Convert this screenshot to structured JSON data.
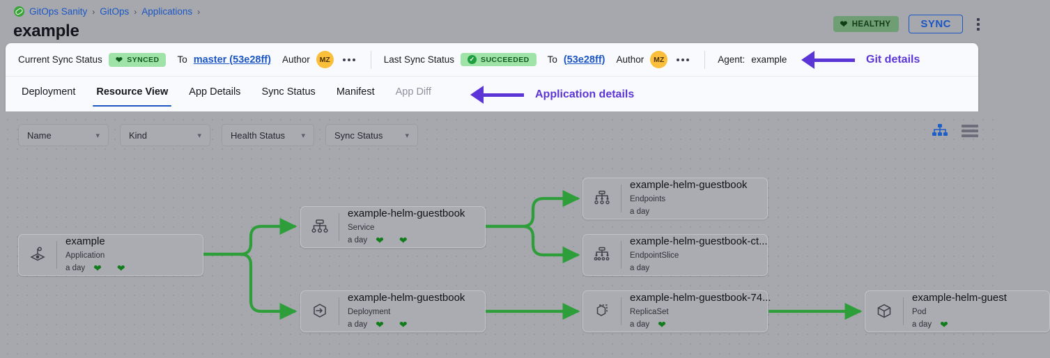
{
  "header": {
    "breadcrumb": [
      {
        "label": "GitOps Sanity"
      },
      {
        "label": "GitOps"
      },
      {
        "label": "Applications"
      }
    ],
    "separator": "›",
    "title": "example",
    "health_badge": "HEALTHY",
    "sync_button": "SYNC",
    "logo_icon": "gitops-logo-icon",
    "kebab_icon": "more-vertical-icon"
  },
  "status_bar": {
    "current_sync_label": "Current Sync Status",
    "current_sync_value": "SYNCED",
    "current_to_label": "To",
    "current_to_value": "master (53e28ff)",
    "current_author_label": "Author",
    "current_author_initials": "MZ",
    "last_sync_label": "Last Sync Status",
    "last_sync_value": "SUCCEEDED",
    "last_to_label": "To",
    "last_to_value": "(53e28ff)",
    "last_author_label": "Author",
    "last_author_initials": "MZ",
    "agent_label": "Agent:",
    "agent_value": "example"
  },
  "tabs": [
    {
      "label": "Deployment",
      "active": false,
      "muted": false
    },
    {
      "label": "Resource View",
      "active": true,
      "muted": false
    },
    {
      "label": "App Details",
      "active": false,
      "muted": false
    },
    {
      "label": "Sync Status",
      "active": false,
      "muted": false
    },
    {
      "label": "Manifest",
      "active": false,
      "muted": false
    },
    {
      "label": "App Diff",
      "active": false,
      "muted": true
    }
  ],
  "annotations": [
    {
      "text": "Git details",
      "color": "#5b35d5"
    },
    {
      "text": "Application details",
      "color": "#5b35d5"
    }
  ],
  "filters": [
    {
      "label": "Name"
    },
    {
      "label": "Kind"
    },
    {
      "label": "Health Status"
    },
    {
      "label": "Sync Status"
    }
  ],
  "view_toggle": {
    "tree_icon": "tree-view-icon",
    "list_icon": "list-view-icon",
    "active": "tree",
    "active_color": "#1f5ec4",
    "inactive_color": "#6c6f7a"
  },
  "graph": {
    "edge_color": "#2e9e3a",
    "nodes": [
      {
        "name": "example",
        "kind": "Application",
        "age": "a day",
        "icon": "application-icon",
        "health": true,
        "sync": true
      },
      {
        "name": "example-helm-guestbook",
        "kind": "Service",
        "age": "a day",
        "icon": "service-icon",
        "health": true,
        "sync": true
      },
      {
        "name": "example-helm-guestbook",
        "kind": "Deployment",
        "age": "a day",
        "icon": "deployment-icon",
        "health": true,
        "sync": true
      },
      {
        "name": "example-helm-guestbook",
        "kind": "Endpoints",
        "age": "a day",
        "icon": "endpoints-icon",
        "health": false,
        "sync": false
      },
      {
        "name": "example-helm-guestbook-ct...",
        "kind": "EndpointSlice",
        "age": "a day",
        "icon": "endpointslice-icon",
        "health": false,
        "sync": false
      },
      {
        "name": "example-helm-guestbook-74...",
        "kind": "ReplicaSet",
        "age": "a day",
        "icon": "replicaset-icon",
        "health": true,
        "sync": false
      },
      {
        "name": "example-helm-guest",
        "kind": "Pod",
        "age": "a day",
        "icon": "pod-icon",
        "health": true,
        "sync": false
      }
    ]
  }
}
